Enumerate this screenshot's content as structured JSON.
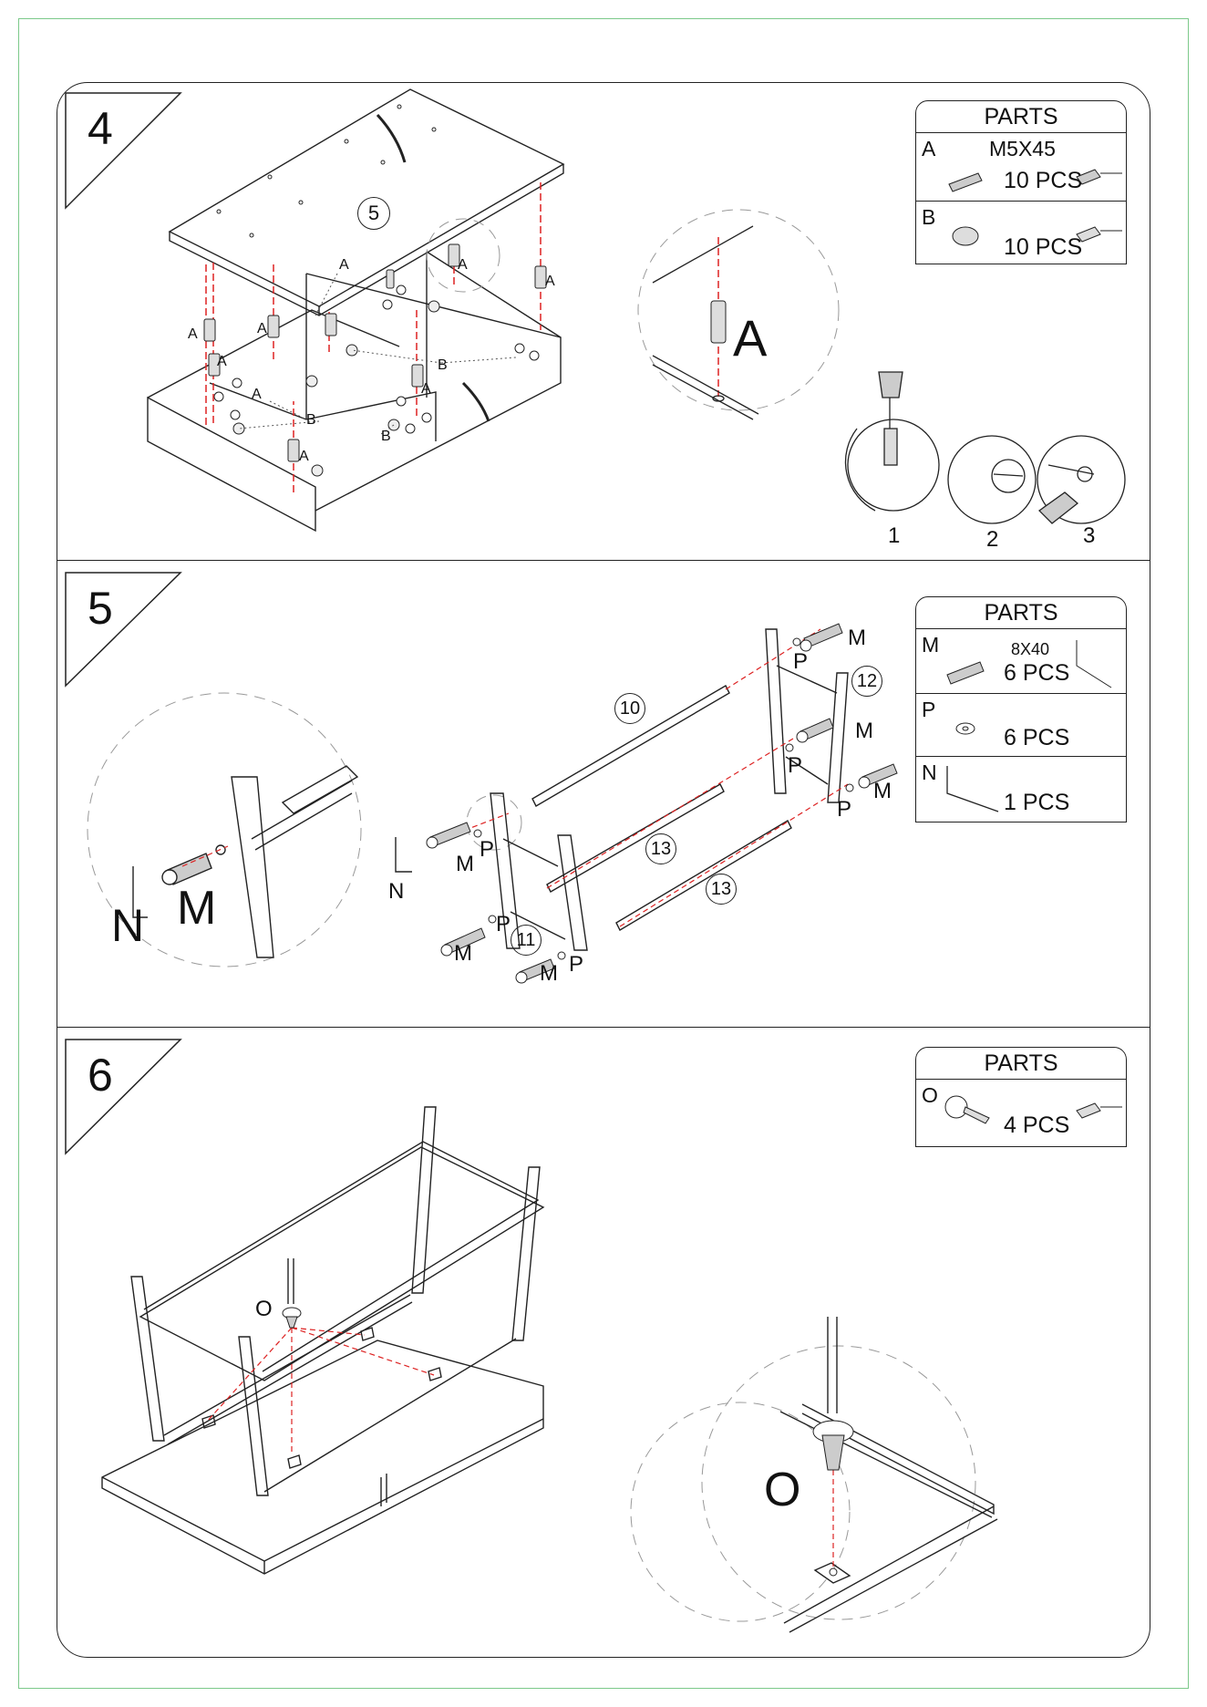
{
  "steps": [
    {
      "number": "4",
      "parts": {
        "title": "PARTS",
        "items": [
          {
            "letter": "A",
            "spec": "M5X45",
            "qty": "10 PCS"
          },
          {
            "letter": "B",
            "spec": "",
            "qty": "10 PCS"
          }
        ]
      },
      "labels": {
        "panel": "5",
        "dowel": "A",
        "cam": "B",
        "detail_big": "A",
        "seq1": "1",
        "seq2": "2",
        "seq3": "3"
      }
    },
    {
      "number": "5",
      "parts": {
        "title": "PARTS",
        "items": [
          {
            "letter": "M",
            "spec": "8X40",
            "qty": "6 PCS"
          },
          {
            "letter": "P",
            "spec": "",
            "qty": "6 PCS"
          },
          {
            "letter": "N",
            "spec": "",
            "qty": "1 PCS"
          }
        ]
      },
      "labels": {
        "bar_top": "10",
        "bar_mid": "13",
        "bar_low": "13",
        "frame_left": "11",
        "frame_right": "12",
        "bolt": "M",
        "washer": "P",
        "key": "N",
        "detail_key": "N",
        "detail_bolt": "M"
      }
    },
    {
      "number": "6",
      "parts": {
        "title": "PARTS",
        "items": [
          {
            "letter": "O",
            "spec": "",
            "qty": "4 PCS"
          }
        ]
      },
      "labels": {
        "screw": "O",
        "detail_screw": "O"
      }
    }
  ]
}
